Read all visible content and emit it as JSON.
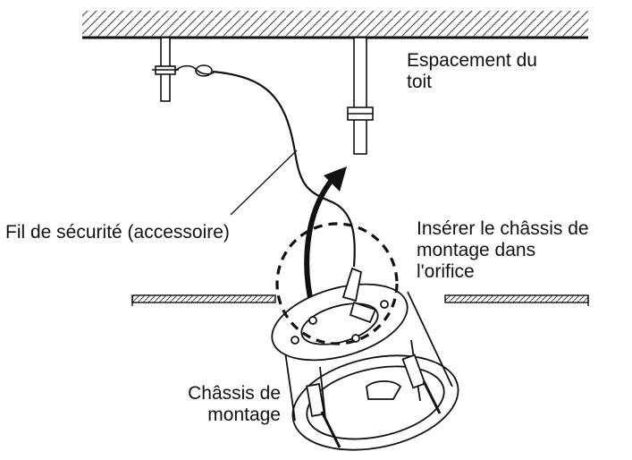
{
  "labels": {
    "roof_space": [
      "Espacement du",
      "toit"
    ],
    "safety_wire": "Fil de sécurité (accessoire)",
    "insert_instruction": [
      "Insérer le châssis de",
      "montage dans",
      "l'orifice"
    ],
    "mounting_frame": [
      "Châssis de",
      "montage"
    ]
  }
}
